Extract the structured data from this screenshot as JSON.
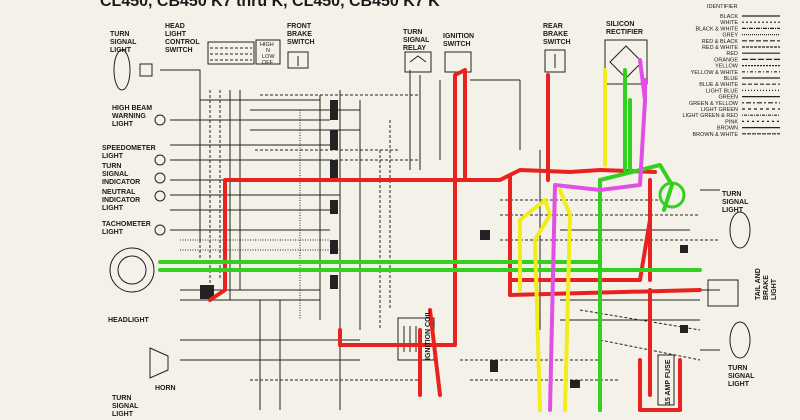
{
  "title": "CL450, CB450 K7 thru K, CL450, CB450 K7 K",
  "components": {
    "turn_signal_light_tl": [
      "TURN",
      "SIGNAL",
      "LIGHT"
    ],
    "headlight_control_switch": [
      "HEAD",
      "LIGHT",
      "CONTROL",
      "SWITCH"
    ],
    "front_brake_switch": [
      "FRONT",
      "BRAKE",
      "SWITCH"
    ],
    "turn_signal_relay": [
      "TURN",
      "SIGNAL",
      "RELAY"
    ],
    "ignition_switch": [
      "IGNITION",
      "SWITCH"
    ],
    "rear_brake_switch": [
      "REAR",
      "BRAKE",
      "SWITCH"
    ],
    "silicon_rectifier": [
      "SILICON",
      "RECTIFIER"
    ],
    "high_beam_warning_light": [
      "HIGH BEAM",
      "WARNING",
      "LIGHT"
    ],
    "speedometer_light": [
      "SPEEDOMETER",
      "LIGHT"
    ],
    "turn_signal_indicator": [
      "TURN",
      "SIGNAL",
      "INDICATOR"
    ],
    "neutral_indicator_light": [
      "NEUTRAL",
      "INDICATOR",
      "LIGHT"
    ],
    "tachometer_light": [
      "TACHOMETER",
      "LIGHT"
    ],
    "headlight": "HEADLIGHT",
    "horn": "HORN",
    "ignition_coil": "IGNITION COIL",
    "fuse": "15 AMP FUSE",
    "turn_signal_light_r1": [
      "TURN",
      "SIGNAL",
      "LIGHT"
    ],
    "tail_brake_light": [
      "TAIL AND",
      "BRAKE",
      "LIGHT"
    ],
    "turn_signal_light_r2": [
      "TURN",
      "SIGNAL",
      "LIGHT"
    ],
    "turn_signal_light_bl": [
      "TURN",
      "SIGNAL",
      "LIGHT"
    ]
  },
  "switch_positions": [
    "HIGH",
    "N",
    "LOW",
    "OFF"
  ],
  "legend": {
    "heading": "IDENTIFIER",
    "entries": [
      "BLACK",
      "WHITE",
      "BLACK & WHITE",
      "GREY",
      "RED & BLACK",
      "RED & WHITE",
      "RED",
      "ORANGE",
      "YELLOW",
      "YELLOW & WHITE",
      "BLUE",
      "BLUE & WHITE",
      "LIGHT BLUE",
      "GREEN",
      "GREEN & YELLOW",
      "LIGHT GREEN",
      "LIGHT GREEN & RED",
      "PINK",
      "BROWN",
      "BROWN & WHITE"
    ]
  },
  "colors": {
    "red": "#e8231f",
    "green": "#33d11f",
    "yellow": "#f2ec1a",
    "magenta": "#e24fe6",
    "paper": "#f4f1e8",
    "ink": "#222222"
  }
}
